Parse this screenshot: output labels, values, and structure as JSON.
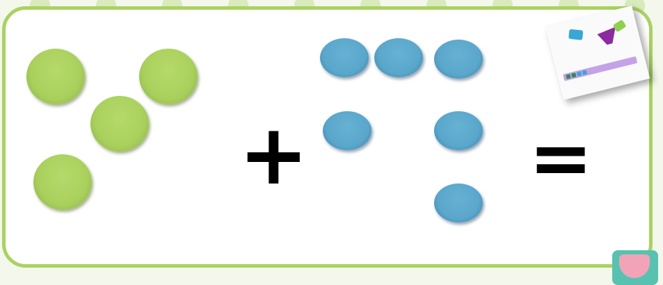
{
  "equation": {
    "left_group": {
      "color": "#a9d05c",
      "count": 4
    },
    "plus_symbol": "+",
    "right_group": {
      "color": "#5aa7cc",
      "count": 6
    },
    "equals_symbol": "="
  },
  "colors": {
    "board_border": "#a9d260",
    "background": "#f3f7ec",
    "board_fill": "#ffffff"
  },
  "decorations": {
    "photo_icon": "math-manipulatives-photo",
    "corner_icon": "superman-shield-icon"
  }
}
